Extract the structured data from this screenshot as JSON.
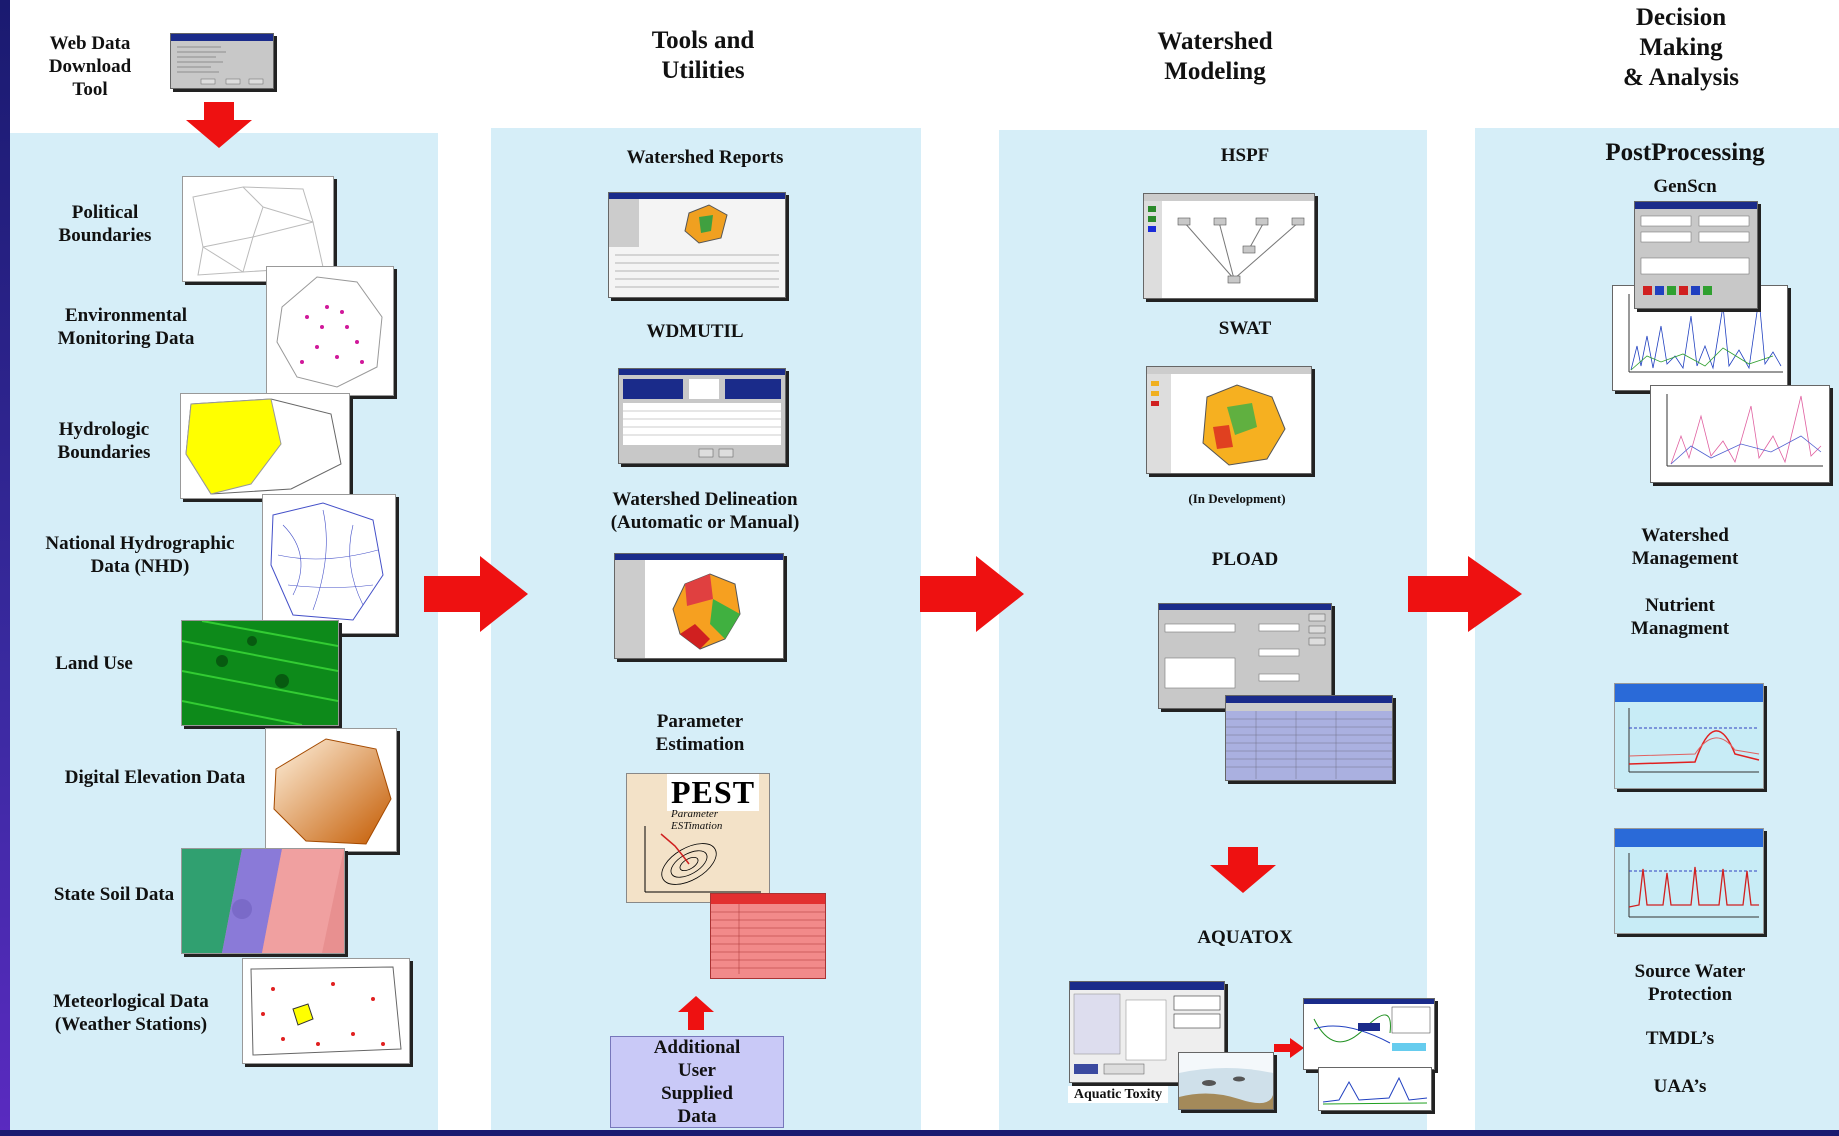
{
  "headers": {
    "tools": "Tools and\nUtilities",
    "watershed_modeling": "Watershed\nModeling",
    "decision": "Decision\nMaking\n& Analysis"
  },
  "web_tool": "Web Data\nDownload\nTool",
  "data_sources": [
    "Political\nBoundaries",
    "Environmental\nMonitoring Data",
    "Hydrologic\nBoundaries",
    "National Hydrographic\nData (NHD)",
    "Land Use",
    "Digital Elevation Data",
    "State Soil Data",
    "Meteorlogical Data\n(Weather Stations)"
  ],
  "tools": {
    "watershed_reports": "Watershed Reports",
    "wdmutil": "WDMUTIL",
    "delineation": "Watershed Delineation\n(Automatic or Manual)",
    "parameter_estimation": "Parameter\nEstimation",
    "pest_word": "PEST",
    "pest_subtitle": "Parameter ESTimation",
    "additional_data": "Additional\nUser\nSupplied\nData"
  },
  "modeling": {
    "hspf": "HSPF",
    "swat": "SWAT",
    "in_development": "(In Development)",
    "pload": "PLOAD",
    "aquatox": "AQUATOX",
    "aquatic_toxity": "Aquatic Toxity"
  },
  "decision": {
    "postprocessing": "PostProcessing",
    "genscn": "GenScn",
    "watershed_management": "Watershed\nManagement",
    "nutrient_managment": "Nutrient\nManagment",
    "source_water": "Source Water\nProtection",
    "tmdls": "TMDL’s",
    "uaas": "UAA’s"
  },
  "colors": {
    "panel": "#d6eef8",
    "arrow": "#ee1111",
    "user_box": "#c9c9f7"
  }
}
